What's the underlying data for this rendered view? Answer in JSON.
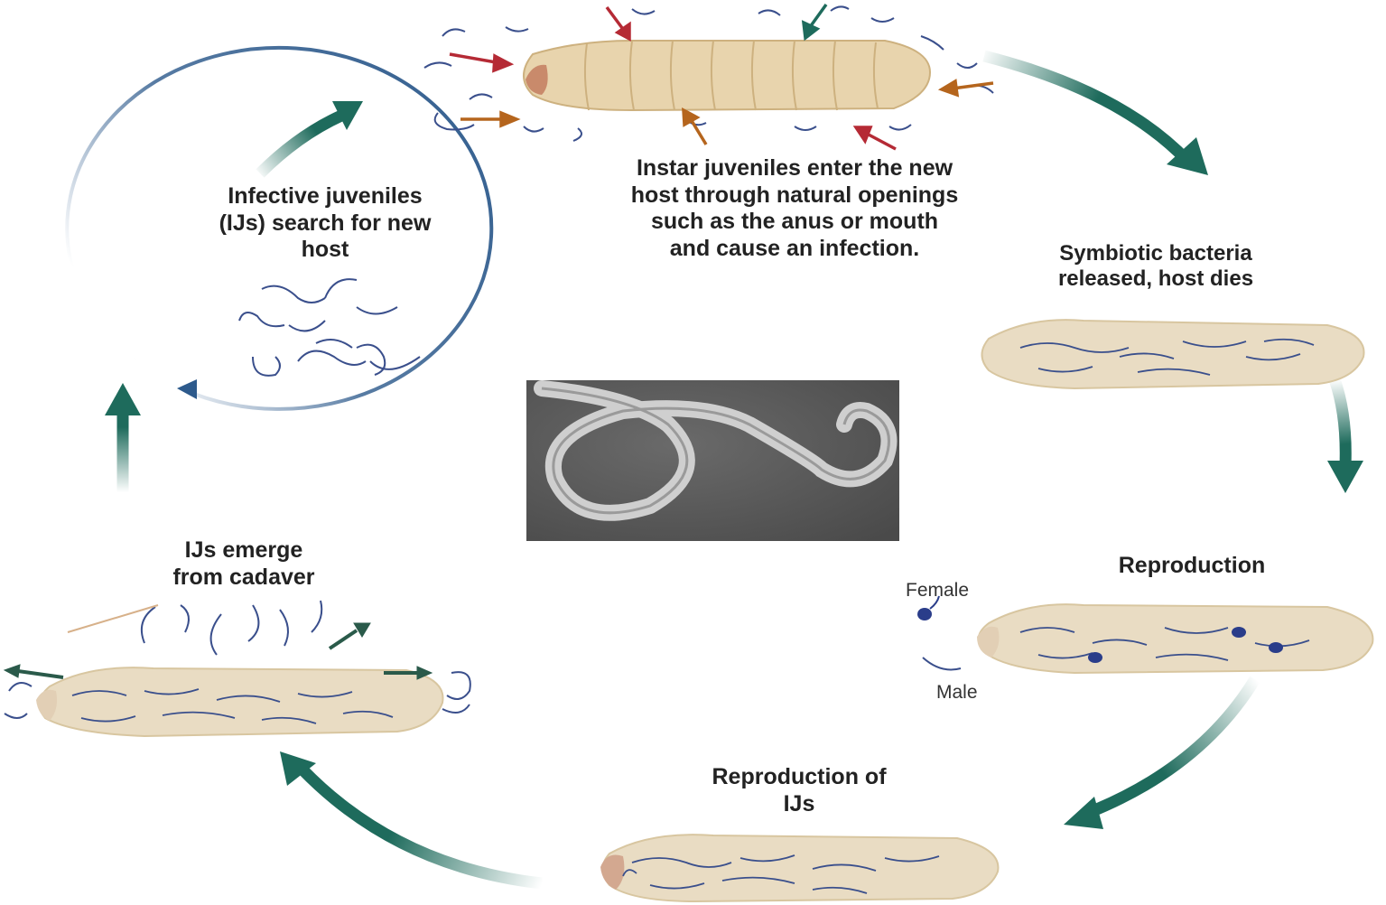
{
  "labels": {
    "infective_juveniles": [
      "Infective juveniles",
      "(IJs) search for new",
      "host"
    ],
    "instar_juveniles": [
      "Instar juveniles enter the new",
      "host through natural openings",
      "such as the anus or mouth",
      "and cause an infection."
    ],
    "symbiotic_bacteria": [
      "Symbiotic bacteria",
      "released, host dies"
    ],
    "reproduction": "Reproduction",
    "female": "Female",
    "male": "Male",
    "reproduction_of_ijs": [
      "Reproduction of",
      "IJs"
    ],
    "ijs_emerge": [
      "IJs emerge",
      "from cadaver"
    ]
  },
  "colors": {
    "cycle_arrow": "#1e6b5c",
    "search_circle": "#2d5a8c",
    "larva_body": "#e8d4ad",
    "larva_cadaver": "#e9dcc3",
    "nematode": "#3a4f8c",
    "entry_arrow_red": "#b52a35",
    "entry_arrow_brown": "#b5651d",
    "sem_background": "#595959"
  },
  "icons": [
    "larva-icon",
    "nematode-icon",
    "sem-micrograph-icon",
    "cycle-arrow-icon"
  ]
}
